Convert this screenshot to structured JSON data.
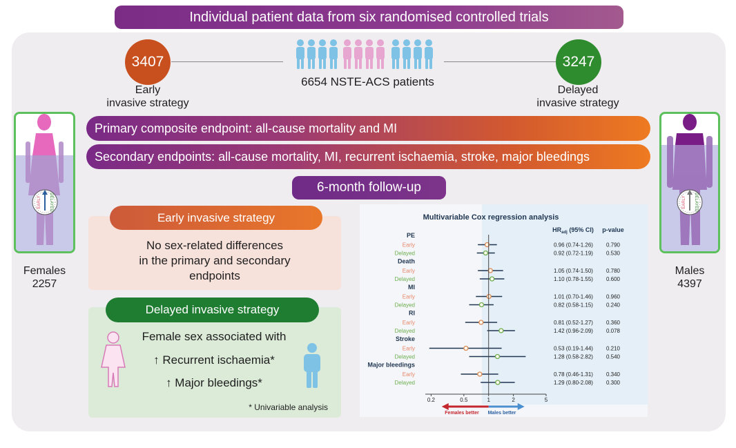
{
  "title": "Individual patient data from six randomised controlled trials",
  "early_count": "3407",
  "early_label": [
    "Early",
    "invasive strategy"
  ],
  "delayed_count": "3247",
  "delayed_label": [
    "Delayed",
    "invasive strategy"
  ],
  "patients_label": "6654 NSTE-ACS patients",
  "primary_endpoint": "Primary composite endpoint: all-cause mortality and MI",
  "secondary_endpoints": "Secondary endpoints: all-cause mortality, MI, recurrent ischaemia, stroke, major bleedings",
  "follow_up": "6-month follow-up",
  "females": {
    "label": "Females",
    "count": "2257"
  },
  "males": {
    "label": "Males",
    "count": "4397"
  },
  "compass": {
    "early": "EARLY",
    "delayed": "DELAYED"
  },
  "early_panel": {
    "heading": "Early invasive strategy",
    "lines": [
      "No sex-related differences",
      "in the primary and secondary",
      "endpoints"
    ]
  },
  "delayed_panel": {
    "heading": "Delayed invasive strategy",
    "line1": "Female sex associated with",
    "line2": "↑ Recurrent ischaemia*",
    "line3": "↑ Major bleedings*",
    "footnote": "* Univariable analysis"
  },
  "colors": {
    "early_circle": "#c8501f",
    "delayed_circle": "#2e8b2e",
    "early_label": "#e8876a",
    "delayed_label": "#6cae4e",
    "forest_line": "#1f3550",
    "female_figure": "#e7a6d0",
    "male_figure": "#7ec3e6"
  },
  "chart_data": {
    "type": "forest",
    "title": "Multivariable Cox regression analysis",
    "col_hr": "HRadj (95% CI)",
    "col_hr_main": "HR",
    "col_hr_sub": "adj",
    "col_hr_rest": " (95% CI)",
    "col_p": "p-value",
    "x_scale": "log",
    "x_ticks": [
      0.2,
      0.5,
      1,
      2,
      5
    ],
    "x_tick_labels": [
      "0.2",
      "0.5",
      "1",
      "2",
      "5"
    ],
    "xlim": [
      0.17,
      5
    ],
    "reference_line": 1,
    "left_arrow_label": "Females better",
    "right_arrow_label": "Males better",
    "groups": [
      {
        "name": "PE",
        "rows": [
          {
            "label": "Early",
            "hr": 0.96,
            "lo": 0.74,
            "hi": 1.26,
            "text": "0.96 (0.74-1.26)",
            "p": "0.790"
          },
          {
            "label": "Delayed",
            "hr": 0.92,
            "lo": 0.72,
            "hi": 1.19,
            "text": "0.92 (0.72-1.19)",
            "p": "0.530"
          }
        ]
      },
      {
        "name": "Death",
        "rows": [
          {
            "label": "Early",
            "hr": 1.05,
            "lo": 0.74,
            "hi": 1.5,
            "text": "1.05 (0.74-1.50)",
            "p": "0.780"
          },
          {
            "label": "Delayed",
            "hr": 1.1,
            "lo": 0.78,
            "hi": 1.55,
            "text": "1.10 (0.78-1.55)",
            "p": "0.600"
          }
        ]
      },
      {
        "name": "MI",
        "rows": [
          {
            "label": "Early",
            "hr": 1.01,
            "lo": 0.7,
            "hi": 1.46,
            "text": "1.01 (0.70-1.46)",
            "p": "0.960"
          },
          {
            "label": "Delayed",
            "hr": 0.82,
            "lo": 0.58,
            "hi": 1.15,
            "text": "0.82 (0.58-1.15)",
            "p": "0.240"
          }
        ]
      },
      {
        "name": "RI",
        "rows": [
          {
            "label": "Early",
            "hr": 0.81,
            "lo": 0.52,
            "hi": 1.27,
            "text": "0.81 (0.52-1.27)",
            "p": "0.360"
          },
          {
            "label": "Delayed",
            "hr": 1.42,
            "lo": 0.96,
            "hi": 2.09,
            "text": "1.42 (0.96-2.09)",
            "p": "0.078"
          }
        ]
      },
      {
        "name": "Stroke",
        "rows": [
          {
            "label": "Early",
            "hr": 0.53,
            "lo": 0.19,
            "hi": 1.44,
            "text": "0.53 (0.19-1.44)",
            "p": "0.210"
          },
          {
            "label": "Delayed",
            "hr": 1.28,
            "lo": 0.58,
            "hi": 2.82,
            "text": "1.28 (0.58-2.82)",
            "p": "0.540"
          }
        ]
      },
      {
        "name": "Major bleedings",
        "rows": [
          {
            "label": "Early",
            "hr": 0.78,
            "lo": 0.46,
            "hi": 1.31,
            "text": "0.78 (0.46-1.31)",
            "p": "0.340"
          },
          {
            "label": "Delayed",
            "hr": 1.29,
            "lo": 0.8,
            "hi": 2.08,
            "text": "1.29 (0.80-2.08)",
            "p": "0.300"
          }
        ]
      }
    ]
  }
}
